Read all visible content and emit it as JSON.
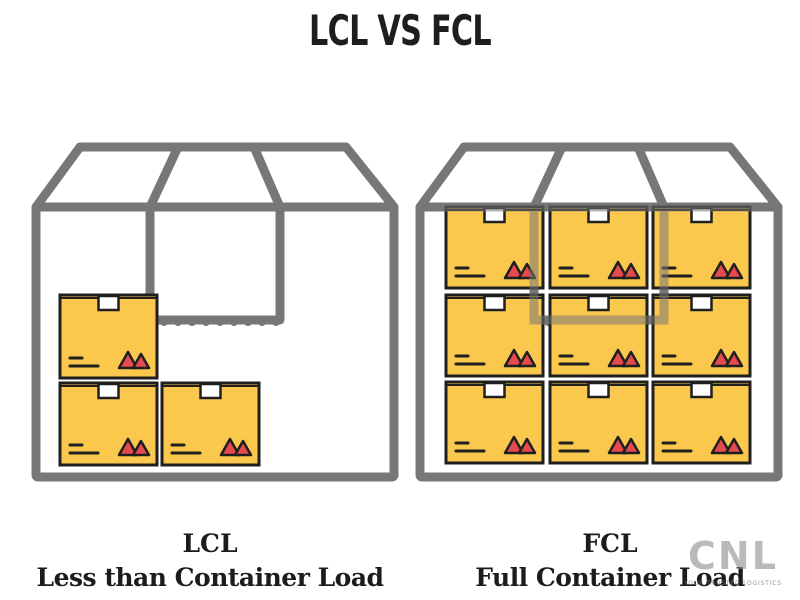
{
  "title": "LCL VS FCL",
  "left": {
    "abbr": "LCL",
    "full": "Less than Container Load"
  },
  "right": {
    "abbr": "FCL",
    "full": "Full Container Load"
  },
  "logo": {
    "wordmark": "CNL",
    "tagline": "YOUR TRUSTED LOGISTICS"
  },
  "colors": {
    "outline": "#777777",
    "box_fill": "#f9c84d",
    "box_stroke": "#1f1f1f",
    "box_mark": "#e54a4e",
    "text": "#1c1c1c"
  }
}
